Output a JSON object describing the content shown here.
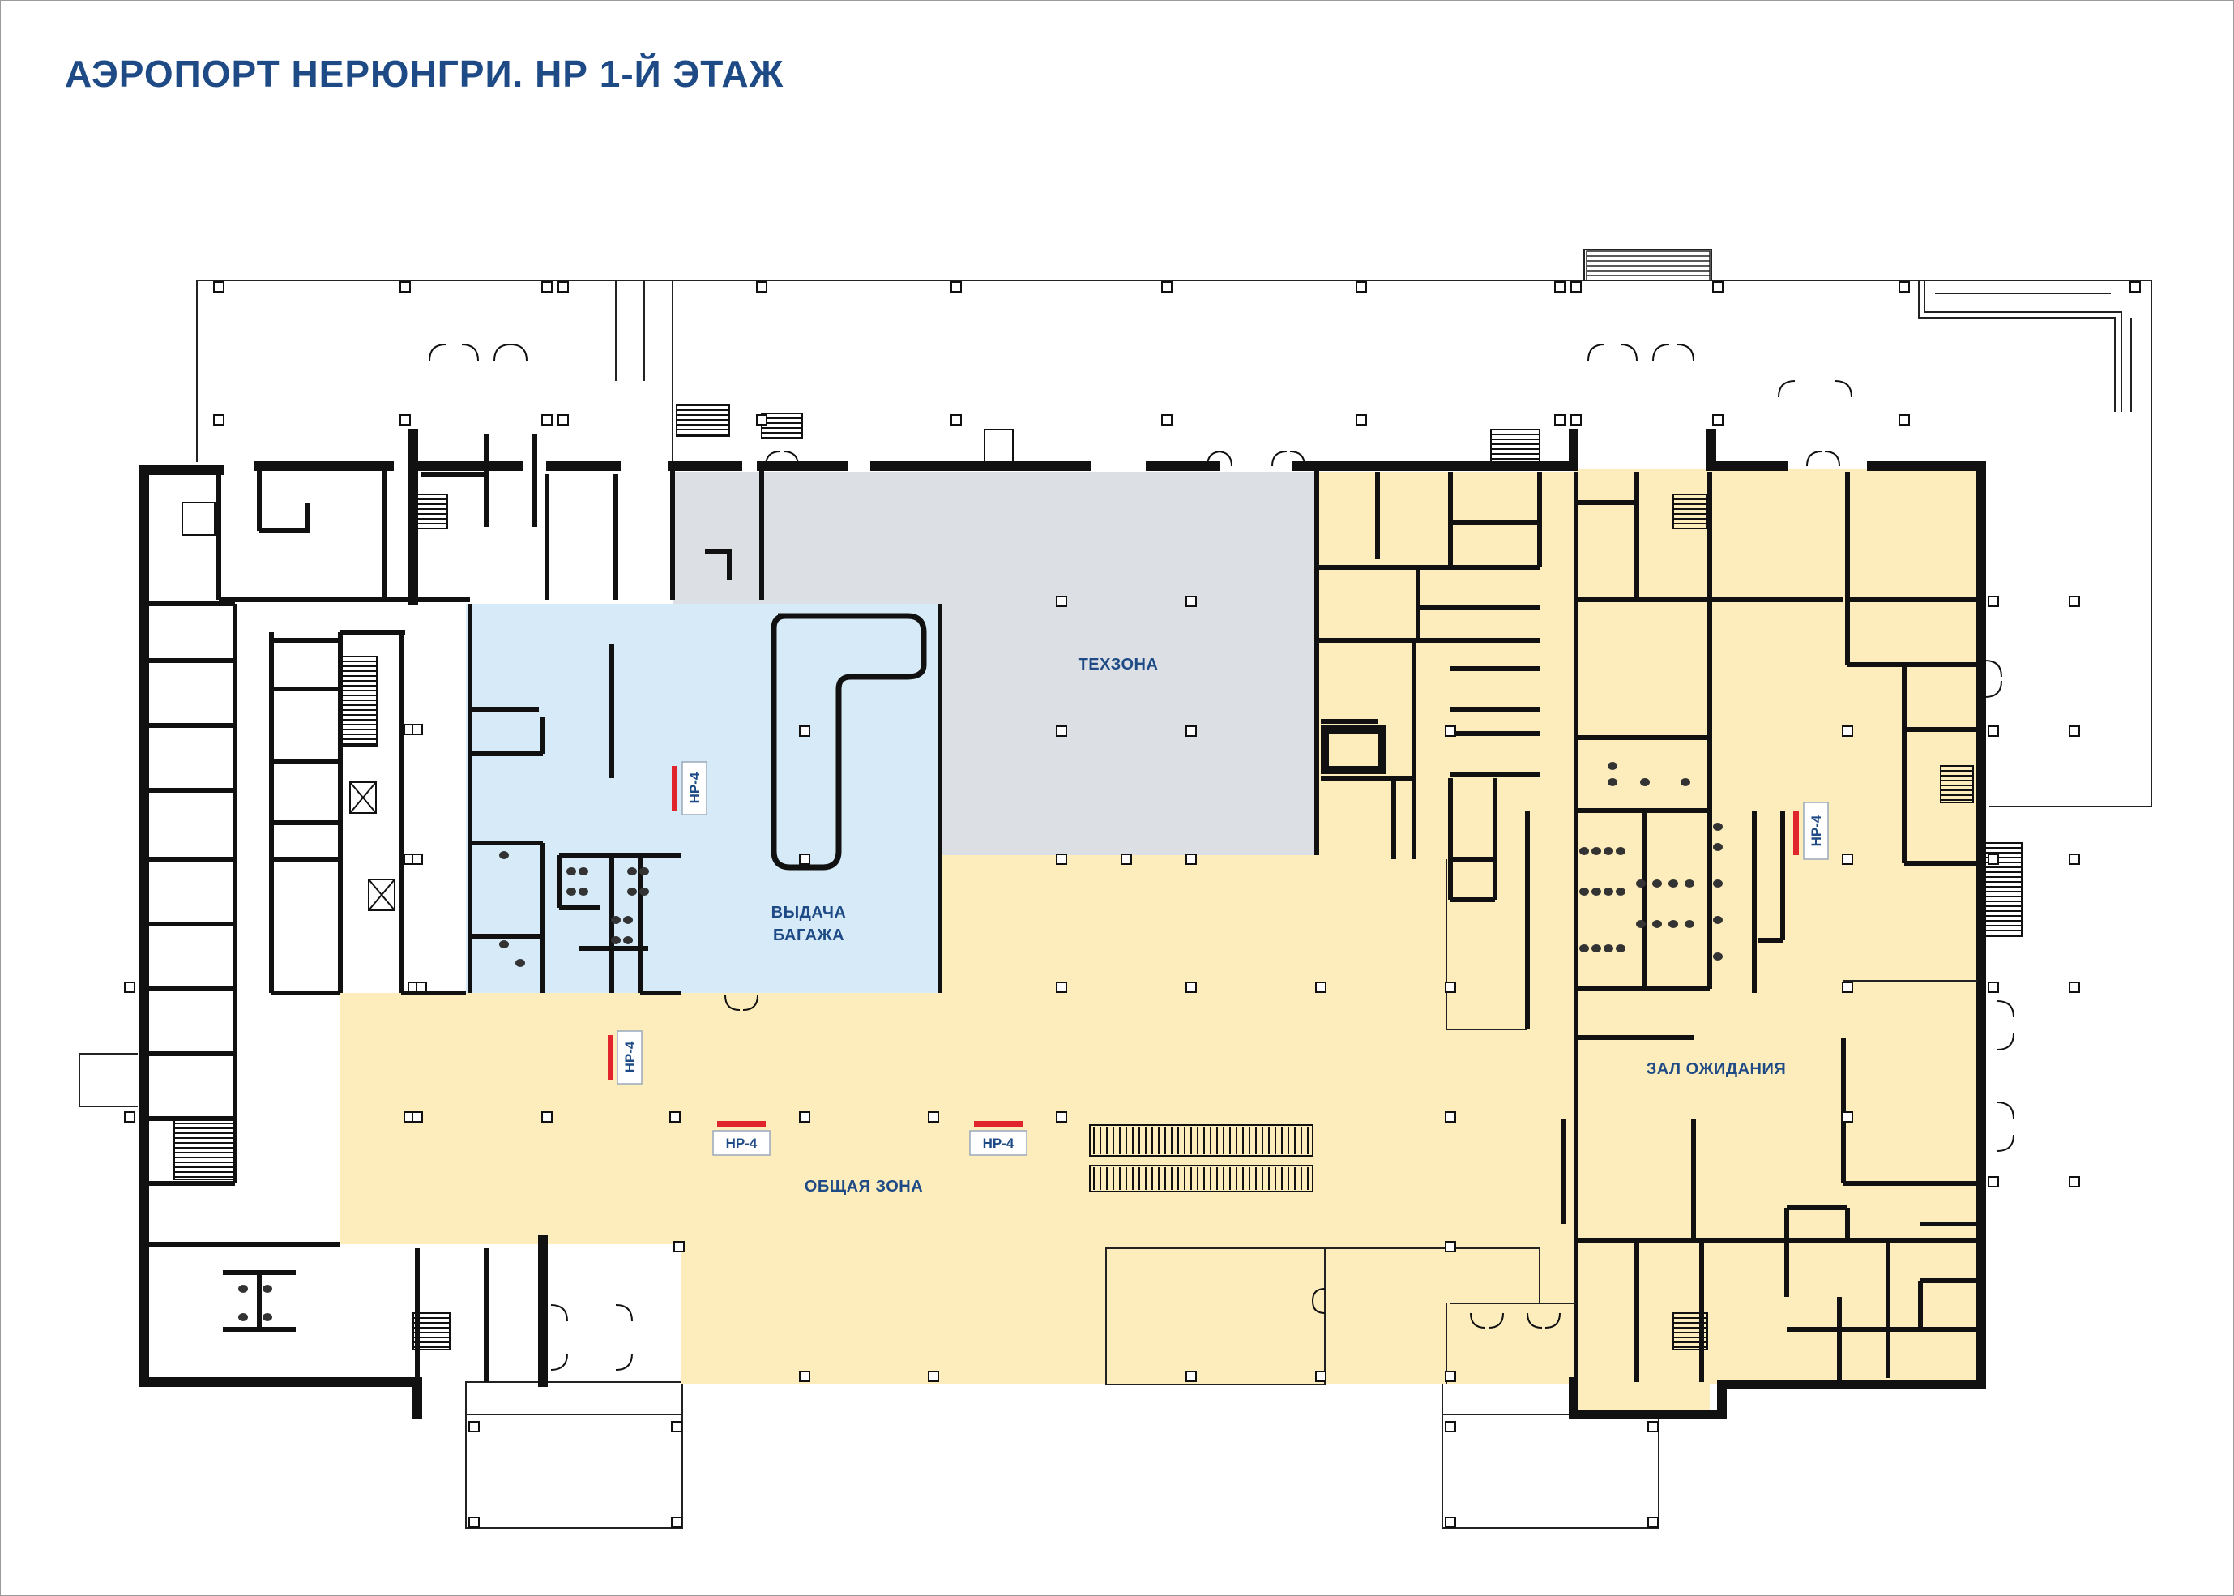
{
  "title": "АЭРОПОРТ НЕРЮНГРИ. НР 1-Й ЭТАЖ",
  "zones": {
    "technical": "ТЕХЗОНА",
    "baggage_line1": "ВЫДАЧА",
    "baggage_line2": "БАГАЖА",
    "common": "ОБЩАЯ ЗОНА",
    "waiting": "ЗАЛ ОЖИДАНИЯ"
  },
  "markers": [
    "НР-4",
    "НР-4",
    "НР-4",
    "НР-4",
    "НР-4"
  ],
  "colors": {
    "common_zone": "#fdedbc",
    "baggage_zone": "#d7eaf8",
    "technical_zone": "#dcdfe3",
    "walls": "#111111",
    "marker_red": "#e0262c",
    "label_blue": "#1e4a86"
  }
}
